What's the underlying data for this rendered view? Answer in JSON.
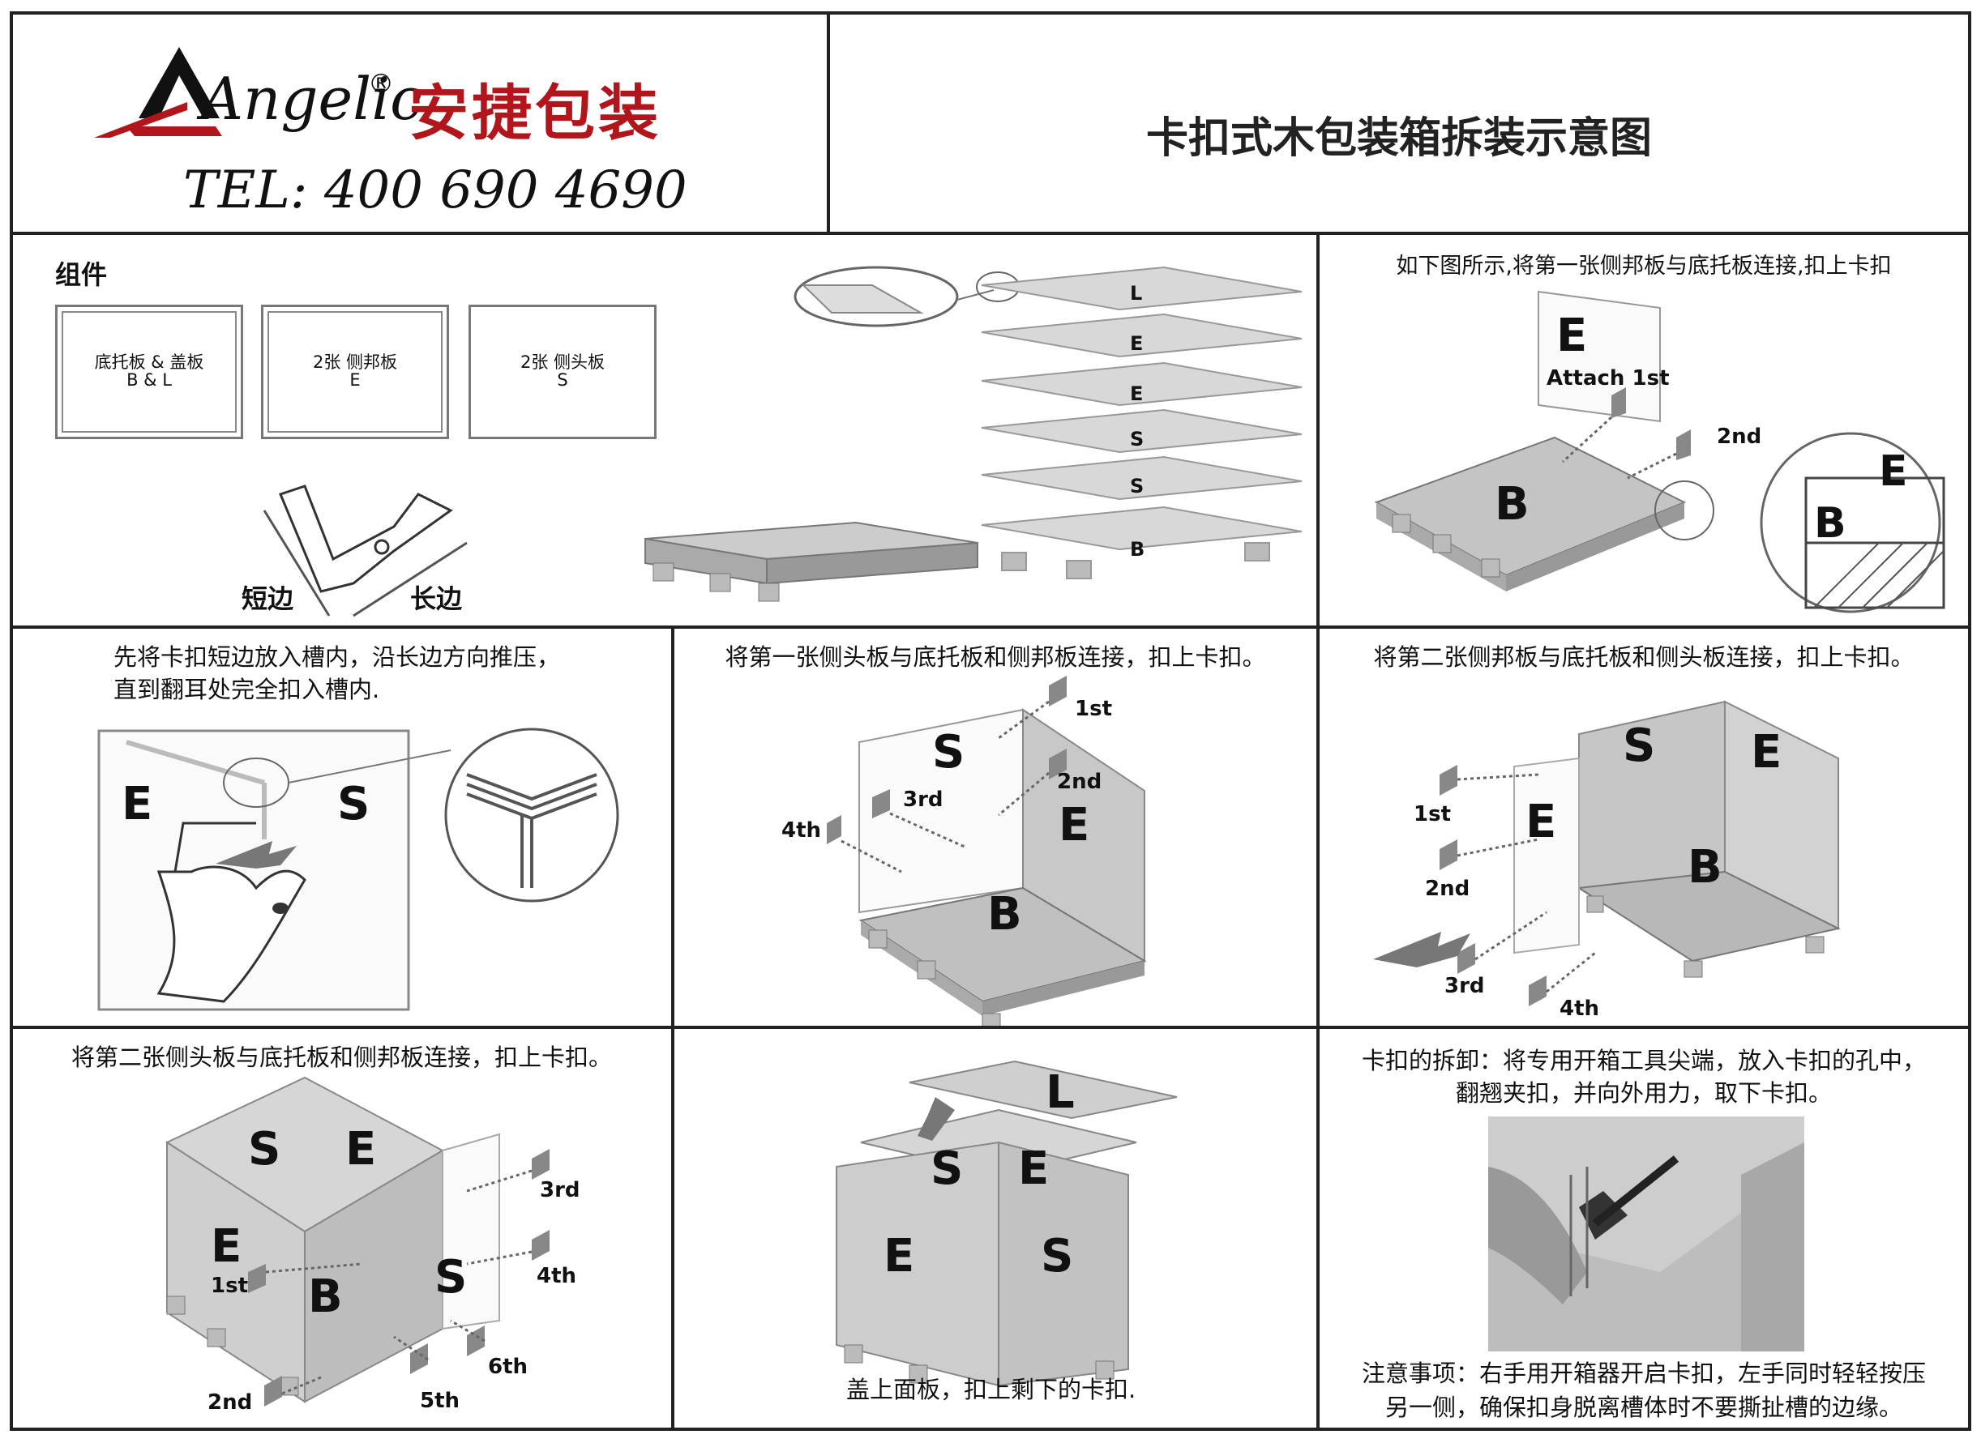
{
  "header": {
    "brand_latin": "Angelic",
    "brand_registered": "®",
    "brand_cn": "安捷包装",
    "tel": "TEL: 400 690 4690",
    "title": "卡扣式木包装箱拆装示意图"
  },
  "components": {
    "heading": "组件",
    "boxes": [
      {
        "line1": "底托板 & 盖板",
        "line2": "B & L"
      },
      {
        "line1": "2张 侧邦板",
        "line2": "E"
      },
      {
        "line1": "2张 侧头板",
        "line2": "S"
      }
    ],
    "clip_short": "短边",
    "clip_long": "长边",
    "stack_labels": [
      "L",
      "E",
      "E",
      "S",
      "S",
      "B"
    ]
  },
  "step1": {
    "caption": "如下图所示,将第一张侧邦板与底托板连接,扣上卡扣",
    "e": "E",
    "attach": "Attach 1st",
    "second": "2nd",
    "b": "B",
    "zoom_e": "E",
    "zoom_b": "B"
  },
  "step2": {
    "caption_line1": "先将卡扣短边放入槽内，沿长边方向推压，",
    "caption_line2": "直到翻耳处完全扣入槽内.",
    "e": "E",
    "s": "S"
  },
  "step3": {
    "caption": "将第一张侧头板与底托板和侧邦板连接，扣上卡扣。",
    "s": "S",
    "e": "E",
    "b": "B",
    "first": "1st",
    "second": "2nd",
    "third": "3rd",
    "fourth": "4th"
  },
  "step4": {
    "caption": "将第二张侧邦板与底托板和侧头板连接，扣上卡扣。",
    "s": "S",
    "e_right": "E",
    "e_left": "E",
    "b": "B",
    "first": "1st",
    "second": "2nd",
    "third": "3rd",
    "fourth": "4th"
  },
  "step5": {
    "caption": "将第二张侧头板与底托板和侧邦板连接，扣上卡扣。",
    "s_top": "S",
    "e_top": "E",
    "e_left": "E",
    "b": "B",
    "s_right": "S",
    "first": "1st",
    "second": "2nd",
    "third": "3rd",
    "fourth": "4th",
    "fifth": "5th",
    "sixth": "6th"
  },
  "step6": {
    "caption": "盖上面板，扣上剩下的卡扣.",
    "l": "L",
    "s_top": "S",
    "e_top": "E",
    "e_front": "E",
    "s_front": "S"
  },
  "step7": {
    "caption_line1": "卡扣的拆卸：将专用开箱工具尖端，放入卡扣的孔中，",
    "caption_line2": "翻翘夹扣，并向外用力，取下卡扣。",
    "note_line1": "注意事项：右手用开箱器开启卡扣，左手同时轻轻按压",
    "note_line2": "另一侧，确保扣身脱离槽体时不要撕扯槽的边缘。"
  },
  "colors": {
    "brand_red": "#b0161c",
    "panel_gray": "#c8c8c8",
    "dark": "#222222"
  }
}
